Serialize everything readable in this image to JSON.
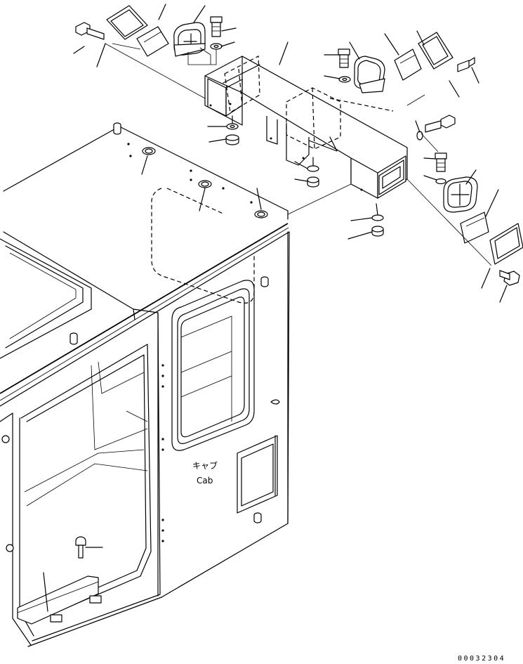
{
  "cab_label_jp": "キャブ",
  "cab_label_en": "Cab",
  "drawing_code": "00032304"
}
